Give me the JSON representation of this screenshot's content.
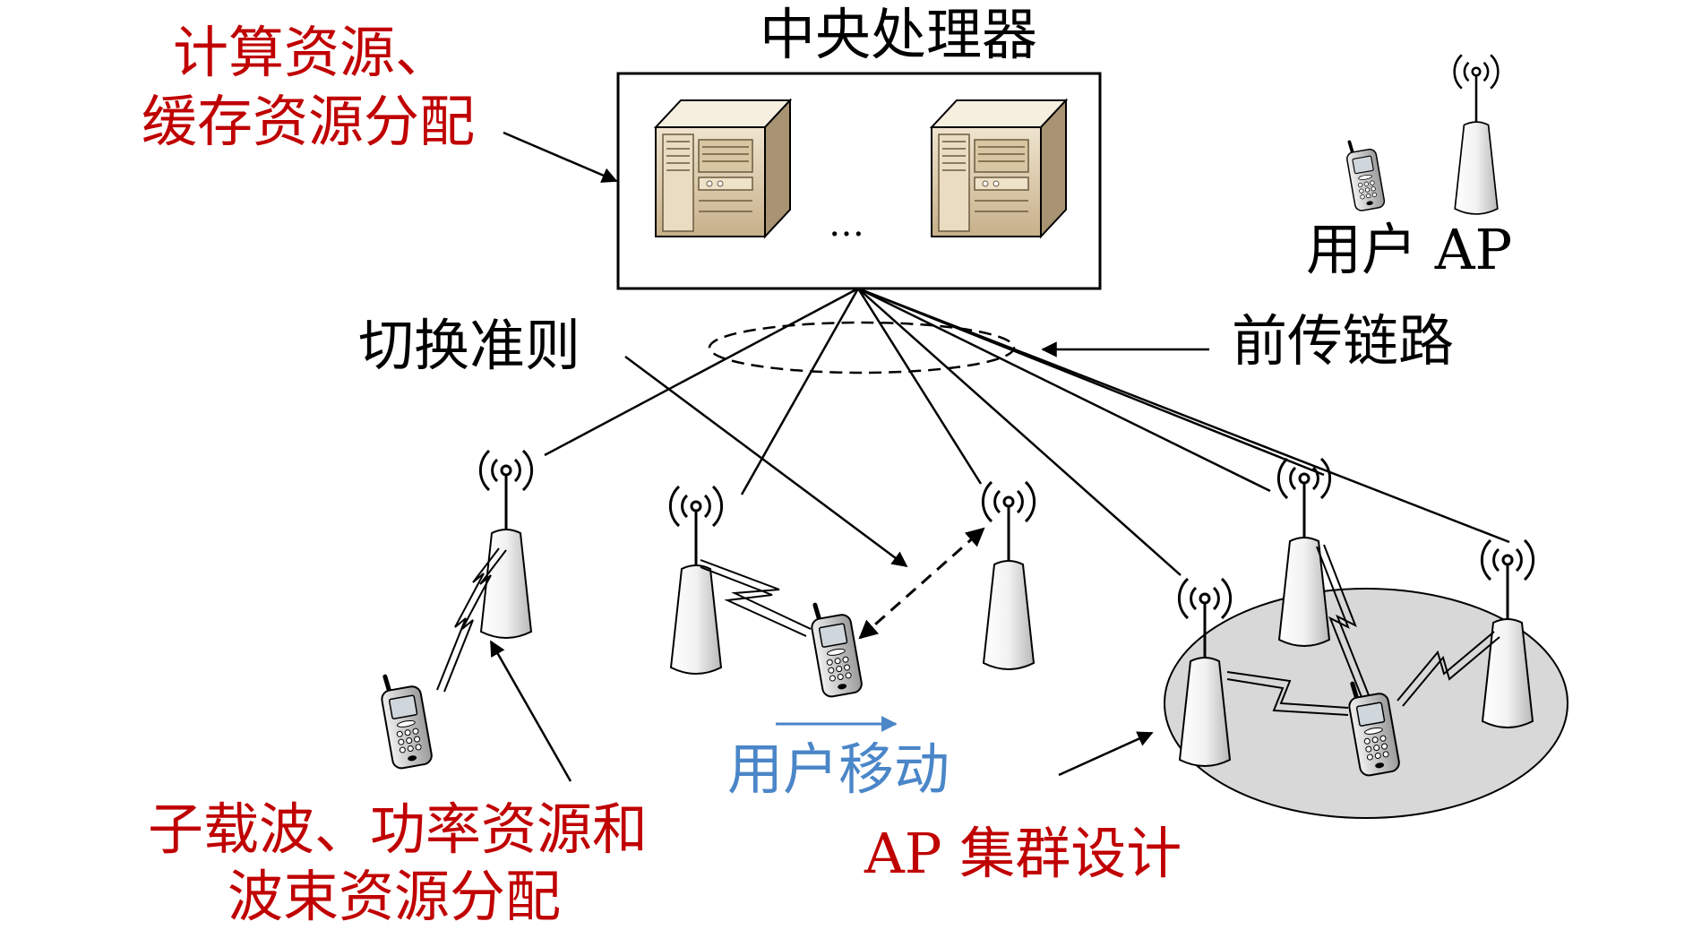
{
  "labels": {
    "central_processor": "中央处理器",
    "resource_alloc_line1": "计算资源、",
    "resource_alloc_line2": "缓存资源分配",
    "ellipsis": "…",
    "legend_user_ap": "用户 AP",
    "handover": "切换准则",
    "fronthaul": "前传链路",
    "user_mobility": "用户移动",
    "subcarrier_line1": "子载波、功率资源和",
    "subcarrier_line2": "波束资源分配",
    "ap_cluster": "AP 集群设计"
  },
  "colors": {
    "annotation_red": "#c00000",
    "mobility_blue": "#4a86c8",
    "cluster_gray": "#d8d8d8",
    "server_beige": "#d9c6a5"
  },
  "icons": [
    "server-icon",
    "antenna-ap-icon",
    "mobile-phone-icon",
    "radio-wave-icon"
  ]
}
